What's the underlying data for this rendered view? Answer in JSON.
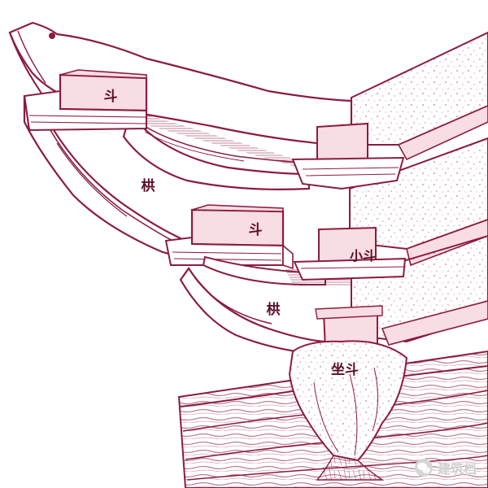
{
  "colors": {
    "ink": "#8b1c3e",
    "block_fill": "#f8dde3",
    "wood_fill": "#ffffff",
    "beam_fill": "#f5f1f1",
    "log_fill": "#e8c9d1",
    "label": "#5a0f24"
  },
  "labels": {
    "dou_top": "斗",
    "gong_upper": "栱",
    "dou_middle": "斗",
    "small_dou": "小斗",
    "gong_lower": "栱",
    "seat_dou": "坐斗"
  },
  "watermark": {
    "icon": "wechat-icon",
    "text": "建筑档"
  }
}
